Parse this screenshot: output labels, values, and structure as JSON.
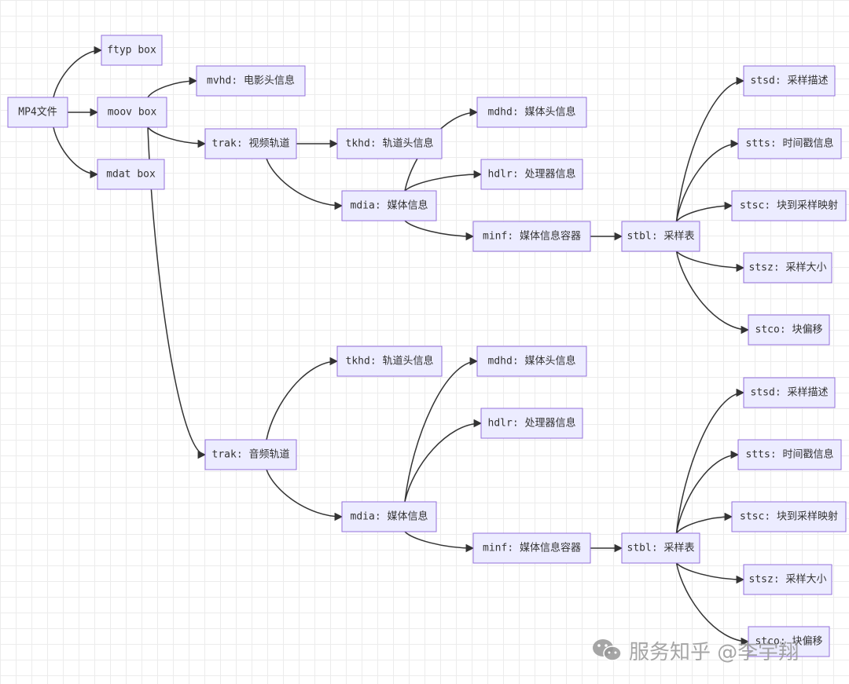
{
  "nodes": {
    "mp4": "MP4文件",
    "ftyp": "ftyp box",
    "moov": "moov box",
    "mdat": "mdat box",
    "mvhd": "mvhd: 电影头信息",
    "trak_v": "trak: 视频轨道",
    "trak_a": "trak: 音频轨道",
    "tkhd_v": "tkhd: 轨道头信息",
    "mdia_v": "mdia: 媒体信息",
    "mdhd_v": "mdhd: 媒体头信息",
    "hdlr_v": "hdlr: 处理器信息",
    "minf_v": "minf: 媒体信息容器",
    "stbl_v": "stbl: 采样表",
    "stsd_v": "stsd: 采样描述",
    "stts_v": "stts: 时间戳信息",
    "stsc_v": "stsc: 块到采样映射",
    "stsz_v": "stsz: 采样大小",
    "stco_v": "stco: 块偏移",
    "tkhd_a": "tkhd: 轨道头信息",
    "mdia_a": "mdia: 媒体信息",
    "mdhd_a": "mdhd: 媒体头信息",
    "hdlr_a": "hdlr: 处理器信息",
    "minf_a": "minf: 媒体信息容器",
    "stbl_a": "stbl: 采样表",
    "stsd_a": "stsd: 采样描述",
    "stts_a": "stts: 时间戳信息",
    "stsc_a": "stsc: 块到采样映射",
    "stsz_a": "stsz: 采样大小",
    "stco_a": "stco: 块偏移"
  },
  "edges": [
    [
      "mp4",
      "ftyp"
    ],
    [
      "mp4",
      "moov"
    ],
    [
      "mp4",
      "mdat"
    ],
    [
      "moov",
      "mvhd"
    ],
    [
      "moov",
      "trak_v"
    ],
    [
      "moov",
      "trak_a"
    ],
    [
      "trak_v",
      "tkhd_v"
    ],
    [
      "trak_v",
      "mdia_v"
    ],
    [
      "mdia_v",
      "mdhd_v"
    ],
    [
      "mdia_v",
      "hdlr_v"
    ],
    [
      "mdia_v",
      "minf_v"
    ],
    [
      "minf_v",
      "stbl_v"
    ],
    [
      "stbl_v",
      "stsd_v"
    ],
    [
      "stbl_v",
      "stts_v"
    ],
    [
      "stbl_v",
      "stsc_v"
    ],
    [
      "stbl_v",
      "stsz_v"
    ],
    [
      "stbl_v",
      "stco_v"
    ],
    [
      "trak_a",
      "tkhd_a"
    ],
    [
      "trak_a",
      "mdia_a"
    ],
    [
      "mdia_a",
      "mdhd_a"
    ],
    [
      "mdia_a",
      "hdlr_a"
    ],
    [
      "mdia_a",
      "minf_a"
    ],
    [
      "minf_a",
      "stbl_a"
    ],
    [
      "stbl_a",
      "stsd_a"
    ],
    [
      "stbl_a",
      "stts_a"
    ],
    [
      "stbl_a",
      "stsc_a"
    ],
    [
      "stbl_a",
      "stsz_a"
    ],
    [
      "stbl_a",
      "stco_a"
    ]
  ],
  "watermark": {
    "text": "服务知乎 @李宇翔",
    "logo_icon": "wechat-icon"
  },
  "colors": {
    "node_fill": "#ECECFF",
    "node_border": "#9370DB",
    "edge": "#333333",
    "text": "#333333"
  }
}
